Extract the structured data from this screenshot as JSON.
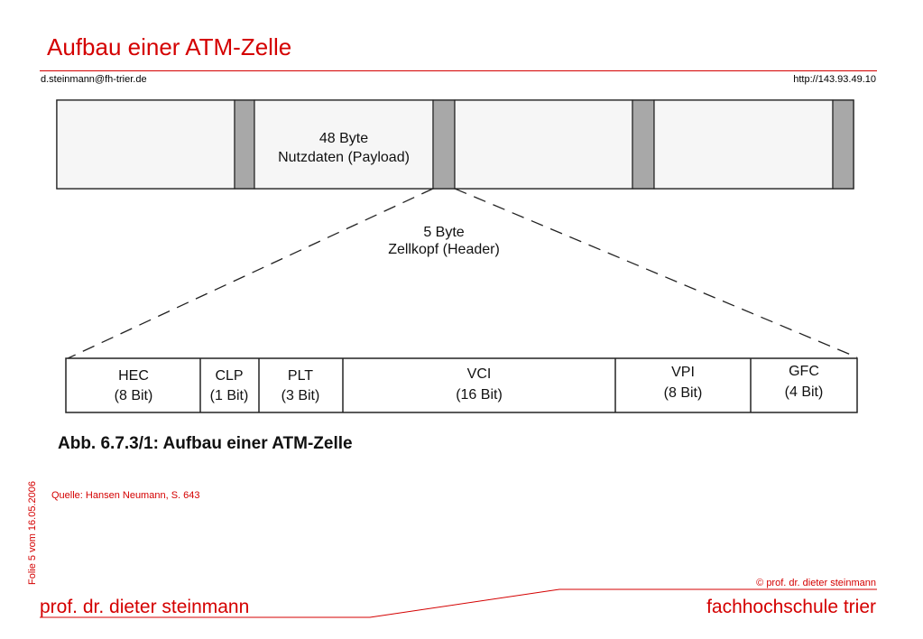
{
  "slide": {
    "title": "Aufbau einer ATM-Zelle",
    "email": "d.steinmann@fh-trier.de",
    "url": "http://143.93.49.10",
    "side_note": "Folie 5 vom 16.05.2006",
    "source": "Quelle: Hansen Neumann, S. 643",
    "footer_copyright": "© prof. dr. dieter steinmann",
    "footer_left": "prof. dr. dieter steinmann",
    "footer_right": "fachhochschule trier"
  },
  "diagram": {
    "payload_label": {
      "line1": "48 Byte",
      "line2": "Nutzdaten (Payload)"
    },
    "header_label": {
      "line1": "5 Byte",
      "line2": "Zellkopf (Header)"
    },
    "fields": [
      {
        "name": "HEC",
        "size": "(8 Bit)"
      },
      {
        "name": "CLP",
        "size": "(1 Bit)"
      },
      {
        "name": "PLT",
        "size": "(3 Bit)"
      },
      {
        "name": "VCI",
        "size": "(16 Bit)"
      },
      {
        "name": "VPI",
        "size": "(8 Bit)"
      },
      {
        "name": "GFC",
        "size": "(4 Bit)"
      }
    ],
    "caption": "Abb. 6.7.3/1: Aufbau einer ATM-Zelle"
  },
  "colors": {
    "accent": "#d40000",
    "cell_fill": "#f4f4f4",
    "header_fill": "#a8a8a8",
    "line": "#222222"
  }
}
